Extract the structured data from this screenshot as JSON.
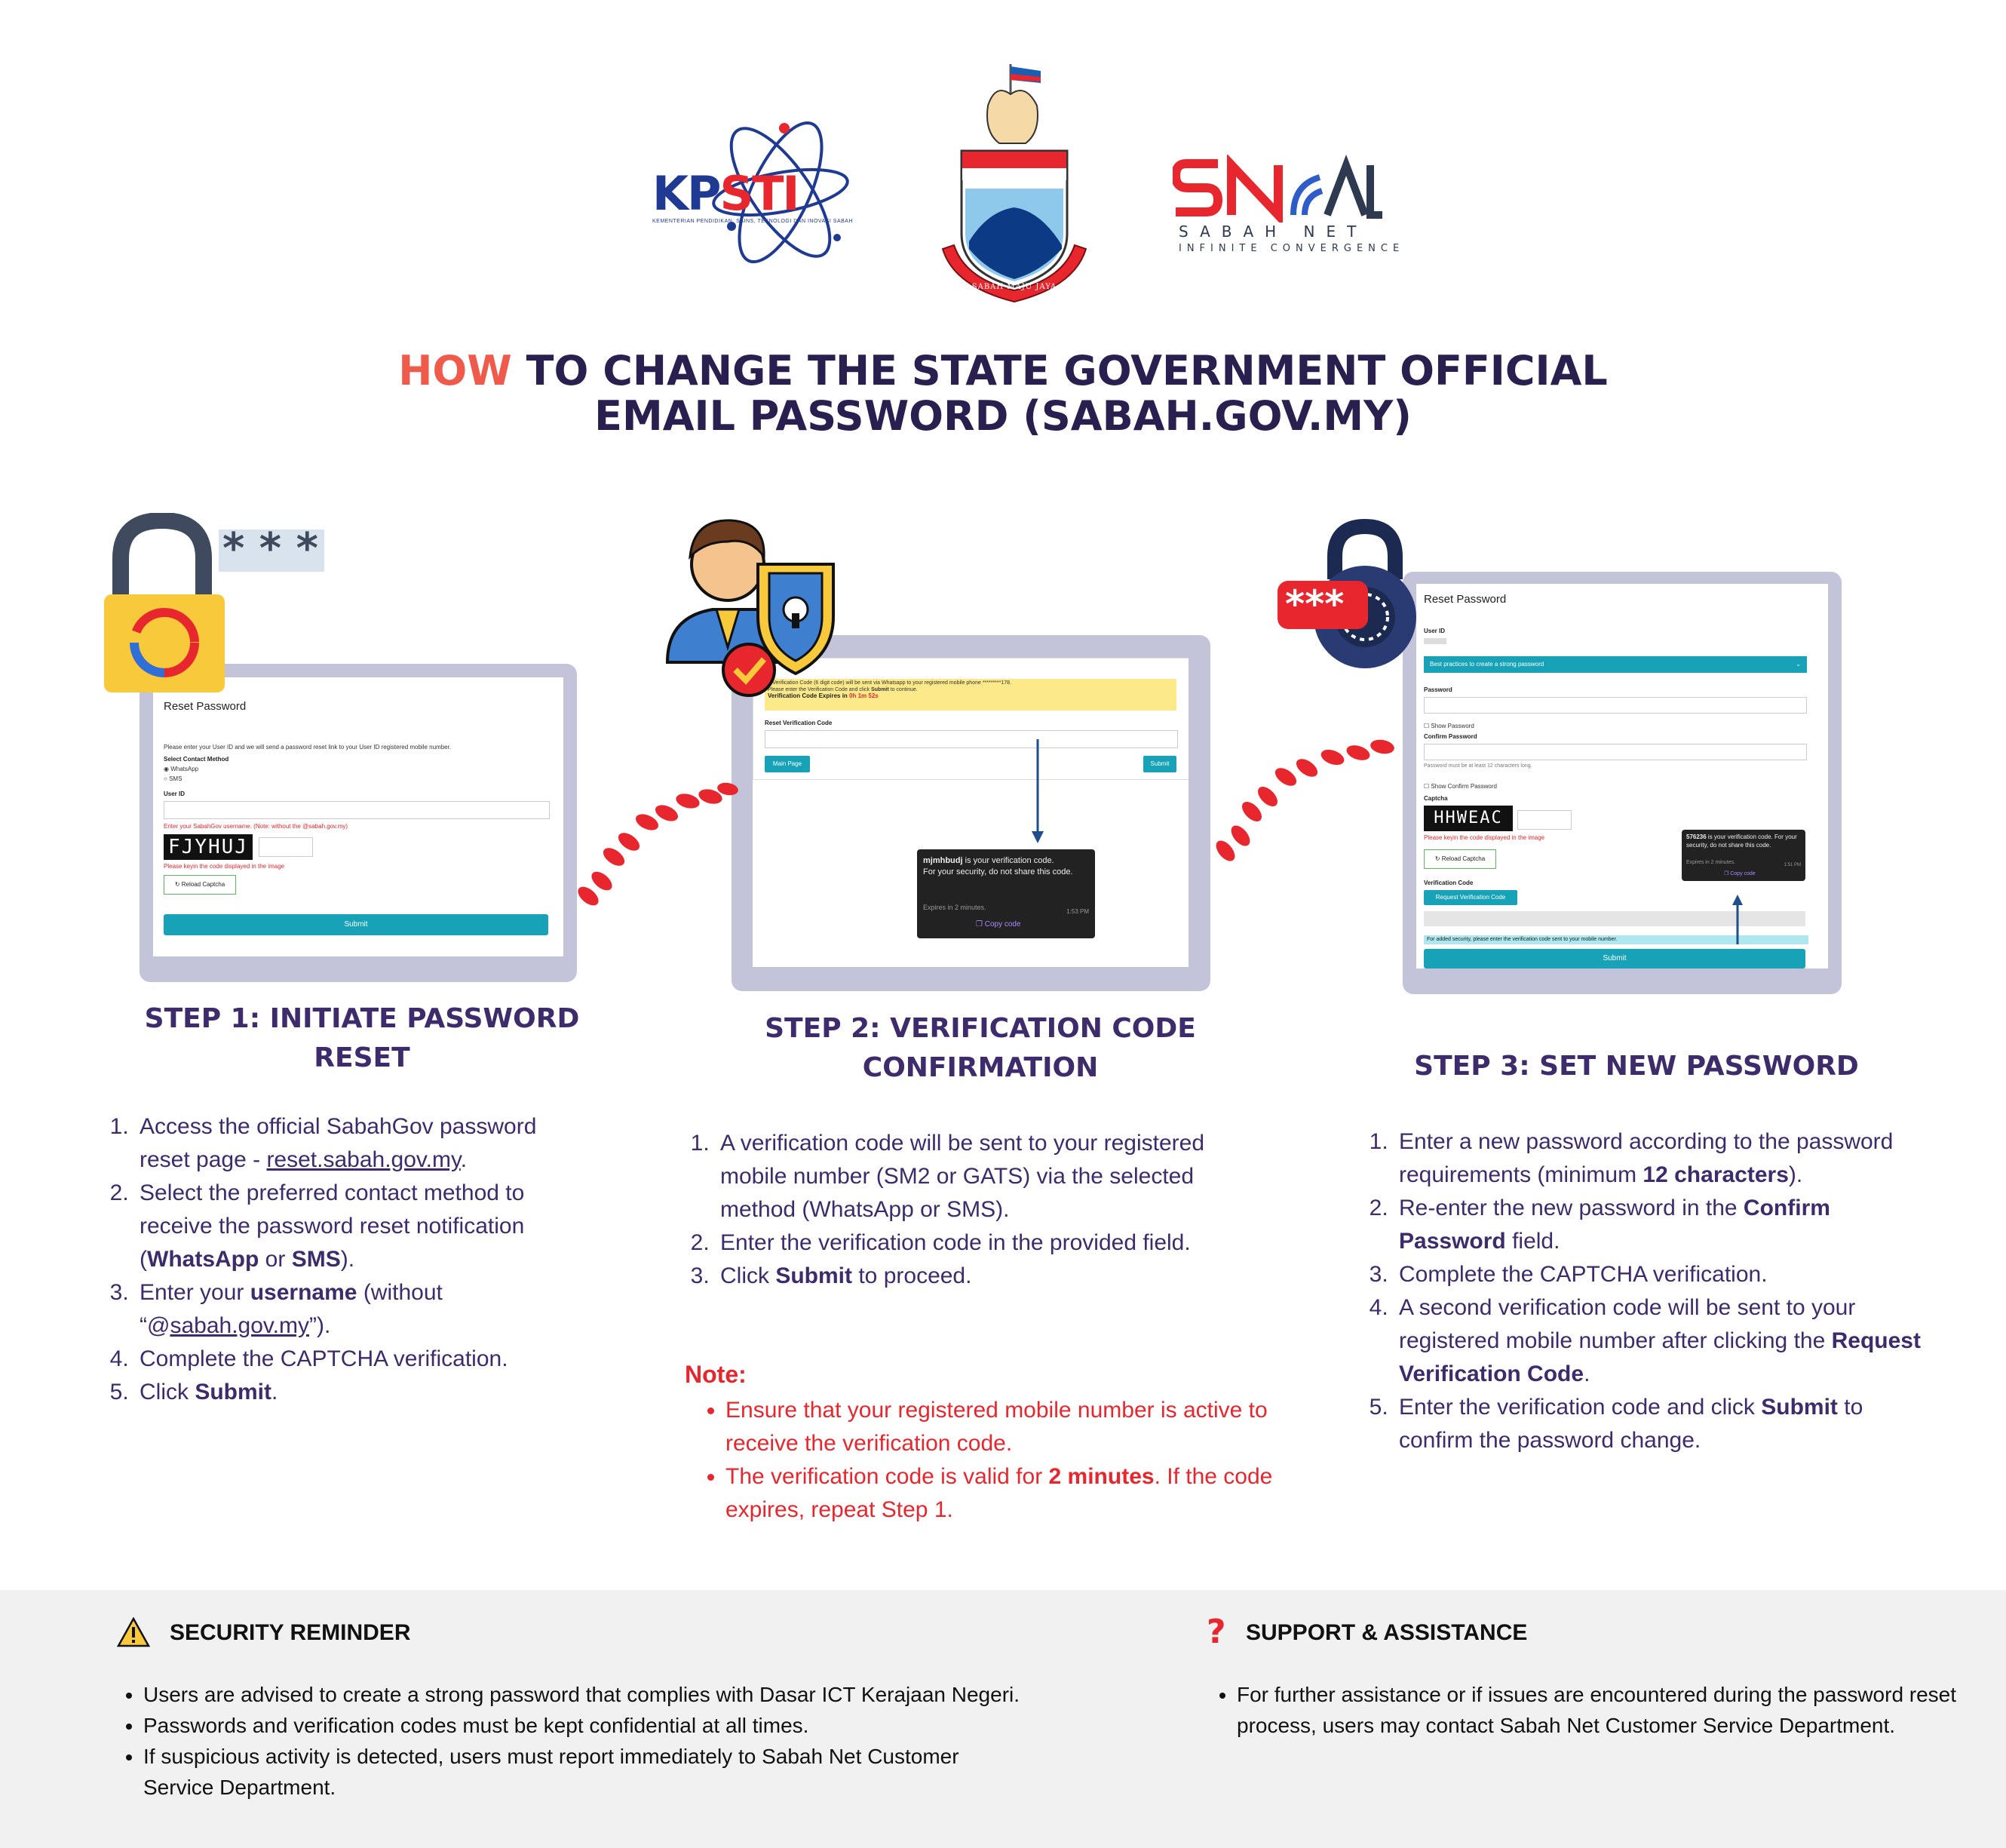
{
  "logos": {
    "kpsti": {
      "name_kp": "KP",
      "name_sti": "STI",
      "tagline": "KEMENTERIAN PENDIDIKAN, SAINS, TEKNOLOGI DAN INOVASI SABAH"
    },
    "crest": {
      "motto": "SABAH MAJU JAYA"
    },
    "sabahnet": {
      "name": "SABAH NET",
      "tagline": "INFINITE CONVERGENCE"
    }
  },
  "title": {
    "highlight": "HOW",
    "line1_rest": " TO CHANGE THE STATE GOVERNMENT OFFICIAL",
    "line2": "EMAIL PASSWORD (SABAH.GOV.MY)"
  },
  "colors": {
    "accent": "#f05a4a",
    "heading": "#3d2b6b",
    "note": "#e8262d",
    "button": "#17a2b8"
  },
  "icons": {
    "step1": "padlock-refresh-icon",
    "step2": "user-shield-icon",
    "step3": "padlock-password-icon",
    "footprints": "footprints-icon"
  },
  "step1": {
    "screen": {
      "title": "Reset Password",
      "intro": "Please enter your User ID and we will send a password reset link to your User ID registered mobile number.",
      "contact_label": "Select Contact Method",
      "option1": "WhatsApp",
      "option2": "SMS",
      "userid_label": "User ID",
      "userid_hint": "Enter your SabahGov username. (Note: without the @sabah.gov.my)",
      "captcha_text": "FJYHUJ",
      "captcha_hint": "Please keyin the code displayed in the image",
      "reload_label": "Reload Captcha",
      "submit_label": "Submit"
    },
    "heading_line1": "STEP 1: INITIATE PASSWORD",
    "heading_line2": "RESET",
    "item1_a": "Access the official SabahGov password reset page - ",
    "item1_link": "reset.sabah.gov.my",
    "item1_b": ".",
    "item2_a": "Select the preferred contact method to receive the password reset notification (",
    "item2_b1": "WhatsApp",
    "item2_c": " or ",
    "item2_b2": "SMS",
    "item2_d": ").",
    "item3_a": "Enter your ",
    "item3_b": "username",
    "item3_c": " (without “@",
    "item3_link": "sabah.gov.my",
    "item3_d": "”).",
    "item4": "Complete the CAPTCHA verification.",
    "item5_a": "Click ",
    "item5_b": "Submit",
    "item5_c": "."
  },
  "step2": {
    "screen": {
      "banner_line1": "A Verification Code (6 digit code) will be sent via Whatsapp to your registered mobile phone *********178.",
      "banner_line2_a": "Please enter the Verification Code and click ",
      "banner_line2_b": "Submit",
      "banner_line2_c": " to continue.",
      "expires_label": "Verification Code Expires in ",
      "expires_value": "0h 1m 52s",
      "field_label": "Reset Verification Code",
      "main_page_label": "Main Page",
      "submit_label": "Submit",
      "notif_code": "mjmhbudj",
      "notif_rest": " is your verification code.",
      "notif_line2": "For your security, do not share this code.",
      "notif_expires": "Expires in 2 minutes.",
      "notif_time": "1:53 PM",
      "notif_copy": "Copy code"
    },
    "heading_line1": "STEP 2: VERIFICATION CODE",
    "heading_line2": "CONFIRMATION",
    "item1": "A verification code will be sent to your registered mobile number (SM2 or GATS) via the selected method (WhatsApp or SMS).",
    "item2": "Enter the verification code in the provided field.",
    "item3_a": "Click ",
    "item3_b": "Submit",
    "item3_c": " to proceed.",
    "note_label": "Note:",
    "note1": "Ensure that your registered mobile number is active to receive the verification code.",
    "note2_a": "The verification code is valid for ",
    "note2_b": "2 minutes",
    "note2_c": ". If the code expires, repeat Step 1."
  },
  "step3": {
    "screen": {
      "title": "Reset Password",
      "userid_label": "User ID",
      "practices_label": "Best practices to create a strong password",
      "password_label": "Password",
      "show_password": "Show Password",
      "confirm_label": "Confirm Password",
      "length_hint": "Password must be at least 12 characters long.",
      "show_confirm": "Show Confirm Password",
      "captcha_label": "Captcha",
      "captcha_text": "HHWEAC",
      "captcha_hint": "Please keyin the code displayed in the image",
      "reload_label": "Reload Captcha",
      "verif_label": "Verification Code",
      "request_btn": "Request Verification Code",
      "security_hint": "For added security, please enter the verification code sent to your mobile number.",
      "submit_label": "Submit",
      "notif_code": "576236",
      "notif_rest": " is your verification code. For your security, do not share this code.",
      "notif_expires": "Expires in 2 minutes.",
      "notif_time": "1:51 PM",
      "notif_copy": "Copy code"
    },
    "heading": "STEP 3: SET NEW PASSWORD",
    "item1_a": "Enter a new password according to the password requirements (minimum ",
    "item1_b": "12 characters",
    "item1_c": ").",
    "item2_a": "Re-enter the new password in the ",
    "item2_b": "Confirm Password",
    "item2_c": " field.",
    "item3": "Complete the CAPTCHA verification.",
    "item4_a": "A second verification code will be sent to your registered mobile number after clicking the ",
    "item4_b": "Request Verification Code",
    "item4_c": ".",
    "item5_a": "Enter the verification code and click ",
    "item5_b": "Submit",
    "item5_c": " to confirm the password change."
  },
  "footer": {
    "security_title": "SECURITY REMINDER",
    "security1": "Users are advised to create a strong password that complies with Dasar ICT Kerajaan Negeri.",
    "security2": "Passwords and verification codes must be kept confidential at all times.",
    "security3": "If suspicious activity is detected, users must report immediately to Sabah Net Customer Service Department.",
    "support_title": "SUPPORT & ASSISTANCE",
    "support1": "For further assistance or if issues are encountered during the password reset process, users may contact Sabah Net Customer Service Department."
  }
}
